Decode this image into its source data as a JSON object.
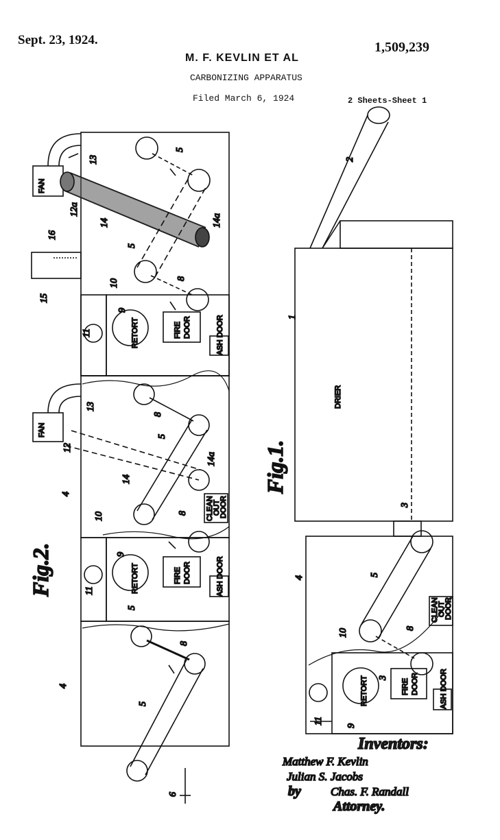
{
  "header": {
    "date": "Sept. 23, 1924.",
    "patent_number": "1,509,239",
    "inventors": "M. F. KEVLIN ET AL",
    "title": "CARBONIZING APPARATUS",
    "filed": "Filed March 6, 1924",
    "sheets": "2 Sheets-Sheet 1"
  },
  "fig2": {
    "caption": "Fig.2.",
    "fan_label": "FAN",
    "retort_label": "RETORT",
    "fire_door_line1": "FIRE",
    "fire_door_line2": "DOOR",
    "ash_door_label": "ASH DOOR",
    "clean_out_line1": "CLEAN",
    "clean_out_line2": "OUT",
    "clean_out_line3": "DOOR",
    "refs": {
      "r4": "4",
      "r5": "5",
      "r6": "6",
      "r8": "8",
      "r9": "9",
      "r10": "10",
      "r11": "11",
      "r12": "12",
      "r13": "13",
      "r14": "14",
      "r15": "15",
      "r16": "16",
      "r12a": "12a",
      "r14a": "14a"
    }
  },
  "fig1": {
    "caption": "Fig.1.",
    "drier_label": "DRIER",
    "retort_label": "RETORT",
    "fire_door_line1": "FIRE",
    "fire_door_line2": "DOOR",
    "ash_door_label": "ASH DOOR",
    "clean_out_line1": "CLEAN",
    "clean_out_line2": "OUT",
    "clean_out_line3": "DOOR",
    "refs": {
      "r1": "1",
      "r2": "2",
      "r3": "3",
      "r4": "4",
      "r5": "5",
      "r8": "8",
      "r9": "9",
      "r10": "10",
      "r11": "11"
    }
  },
  "signatures": {
    "heading": "Inventors:",
    "line1": "Matthew F. Kevlin",
    "line2": "Julian S. Jacobs",
    "line3_prefix": "by",
    "line3": "Chas. F. Randall",
    "line4": "Attorney."
  }
}
